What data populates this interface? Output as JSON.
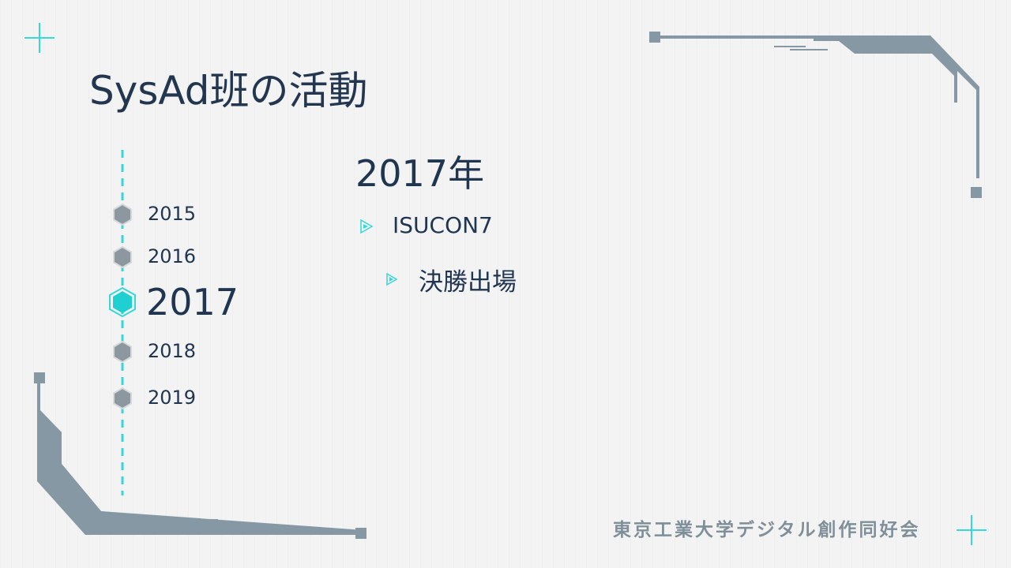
{
  "slide": {
    "title": "SysAd班の活動",
    "timeline": [
      {
        "label": "2015",
        "active": false
      },
      {
        "label": "2016",
        "active": false
      },
      {
        "label": "2017",
        "active": true
      },
      {
        "label": "2018",
        "active": false
      },
      {
        "label": "2019",
        "active": false
      }
    ],
    "content": {
      "heading": "2017年",
      "bullets": [
        {
          "text": "ISUCON7",
          "level": 1
        },
        {
          "text": "決勝出場",
          "level": 2
        }
      ]
    },
    "footer": {
      "organization": "東京工業大学デジタル創作同好会"
    },
    "colors": {
      "accent": "#37d6da",
      "frame": "#8598a4",
      "text": "#1f3550",
      "hex_inactive": "#8c979f",
      "background": "#f3f3f3"
    }
  }
}
